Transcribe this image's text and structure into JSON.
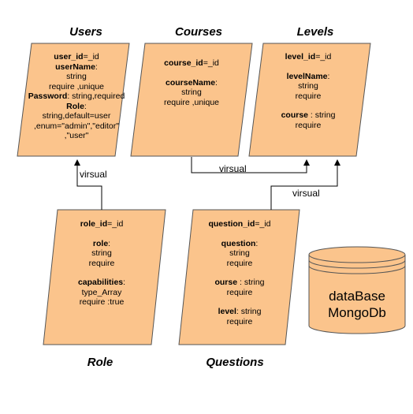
{
  "entities": {
    "users": {
      "title": "Users",
      "fields": [
        {
          "key": "user_id",
          "rest": "=_id"
        },
        {
          "key": "userName",
          "rest": ":"
        },
        {
          "key": "",
          "rest": "string"
        },
        {
          "key": "",
          "rest": "require ,unique"
        },
        {
          "key": "Password",
          "rest": ": string,required"
        },
        {
          "key": "Role",
          "rest": ":"
        },
        {
          "key": "",
          "rest": "string,default=user"
        },
        {
          "key": "",
          "rest": ",enum=\"admin\",\"editor\""
        },
        {
          "key": "",
          "rest": ",\"user\""
        }
      ]
    },
    "courses": {
      "title": "Courses",
      "fields": [
        {
          "key": "course_id",
          "rest": "=_id"
        },
        {
          "key": "courseName",
          "rest": ":"
        },
        {
          "key": "",
          "rest": "string"
        },
        {
          "key": "",
          "rest": "require ,unique"
        }
      ]
    },
    "levels": {
      "title": "Levels",
      "fields": [
        {
          "key": "level_id",
          "rest": "=_id"
        },
        {
          "key": "levelName",
          "rest": ":"
        },
        {
          "key": "",
          "rest": "string"
        },
        {
          "key": "",
          "rest": "require"
        },
        {
          "key": "course",
          "rest": " : string"
        },
        {
          "key": "",
          "rest": "require"
        }
      ]
    },
    "role": {
      "title": "Role",
      "fields": [
        {
          "key": "role_id",
          "rest": "=_id"
        },
        {
          "key": "role",
          "rest": ":"
        },
        {
          "key": "",
          "rest": "string"
        },
        {
          "key": "",
          "rest": "require"
        },
        {
          "key": "capabilities",
          "rest": ":"
        },
        {
          "key": "",
          "rest": "type_Array"
        },
        {
          "key": "",
          "rest": "require :true"
        }
      ]
    },
    "questions": {
      "title": "Questions",
      "fields": [
        {
          "key": "question_id",
          "rest": "=_id"
        },
        {
          "key": "question",
          "rest": ":"
        },
        {
          "key": "",
          "rest": "string"
        },
        {
          "key": "",
          "rest": "require"
        },
        {
          "key": "ourse",
          "rest": " : string"
        },
        {
          "key": "",
          "rest": "require"
        },
        {
          "key": "level",
          "rest": ": string"
        },
        {
          "key": "",
          "rest": "require"
        }
      ]
    }
  },
  "relations": [
    {
      "label": "virsual"
    },
    {
      "label": "virsual"
    },
    {
      "label": "virsual"
    }
  ],
  "database": {
    "line1": "dataBase",
    "line2": "MongoDb"
  },
  "colors": {
    "entity_fill": "#fbc48c",
    "entity_stroke": "#555555",
    "db_fill": "#fbc48c"
  }
}
